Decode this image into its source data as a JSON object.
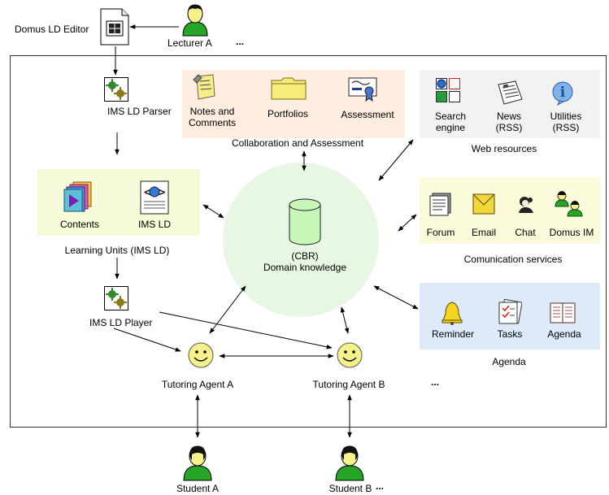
{
  "top": {
    "editor_label": "Domus LD Editor",
    "lecturer_label": "Lecturer A",
    "lecturer_ellipsis": "..."
  },
  "ims_ld_parser": {
    "label": "IMS LD Parser"
  },
  "collaboration": {
    "title": "Collaboration and Assessment",
    "items": [
      {
        "label": "Notes and\nComments",
        "icon": "notes-icon"
      },
      {
        "label": "Portfolios",
        "icon": "folder-icon"
      },
      {
        "label": "Assessment",
        "icon": "certificate-icon"
      }
    ]
  },
  "web_resources": {
    "title": "Web resources",
    "items": [
      {
        "label": "Search\nengine",
        "icon": "search-engine-icon"
      },
      {
        "label": "News\n(RSS)",
        "icon": "newspaper-icon"
      },
      {
        "label": "Utilities\n(RSS)",
        "icon": "info-icon"
      }
    ]
  },
  "learning_units": {
    "title": "Learning Units (IMS LD)",
    "items": [
      {
        "label": "Contents",
        "icon": "contents-icon"
      },
      {
        "label": "IMS LD",
        "icon": "ims-ld-document-icon"
      }
    ]
  },
  "domain": {
    "line1": "(CBR)",
    "line2": "Domain knowledge"
  },
  "communication": {
    "title": "Comunication services",
    "items": [
      {
        "label": "Forum",
        "icon": "forum-icon"
      },
      {
        "label": "Email",
        "icon": "email-icon"
      },
      {
        "label": "Chat",
        "icon": "chat-icon"
      },
      {
        "label": "Domus IM",
        "icon": "im-users-icon"
      }
    ]
  },
  "ims_ld_player": {
    "label": "IMS LD Player"
  },
  "agenda": {
    "title": "Agenda",
    "items": [
      {
        "label": "Reminder",
        "icon": "bell-icon"
      },
      {
        "label": "Tasks",
        "icon": "tasks-icon"
      },
      {
        "label": "Agenda",
        "icon": "calendar-icon"
      }
    ]
  },
  "agents": {
    "a_label": "Tutoring Agent A",
    "b_label": "Tutoring Agent B",
    "ellipsis": "..."
  },
  "students": {
    "a_label": "Student A",
    "b_label": "Student B",
    "ellipsis": "..."
  },
  "colors": {
    "collab_bg": "#fdeee0",
    "web_bg": "#f2f2f2",
    "learning_bg": "#f5fad8",
    "domain_bg": "#e8f7e3",
    "comm_bg": "#fbfbdc",
    "agenda_bg": "#dcebf7",
    "person_green": "#26a526",
    "face_yellow": "#f5f28a"
  }
}
